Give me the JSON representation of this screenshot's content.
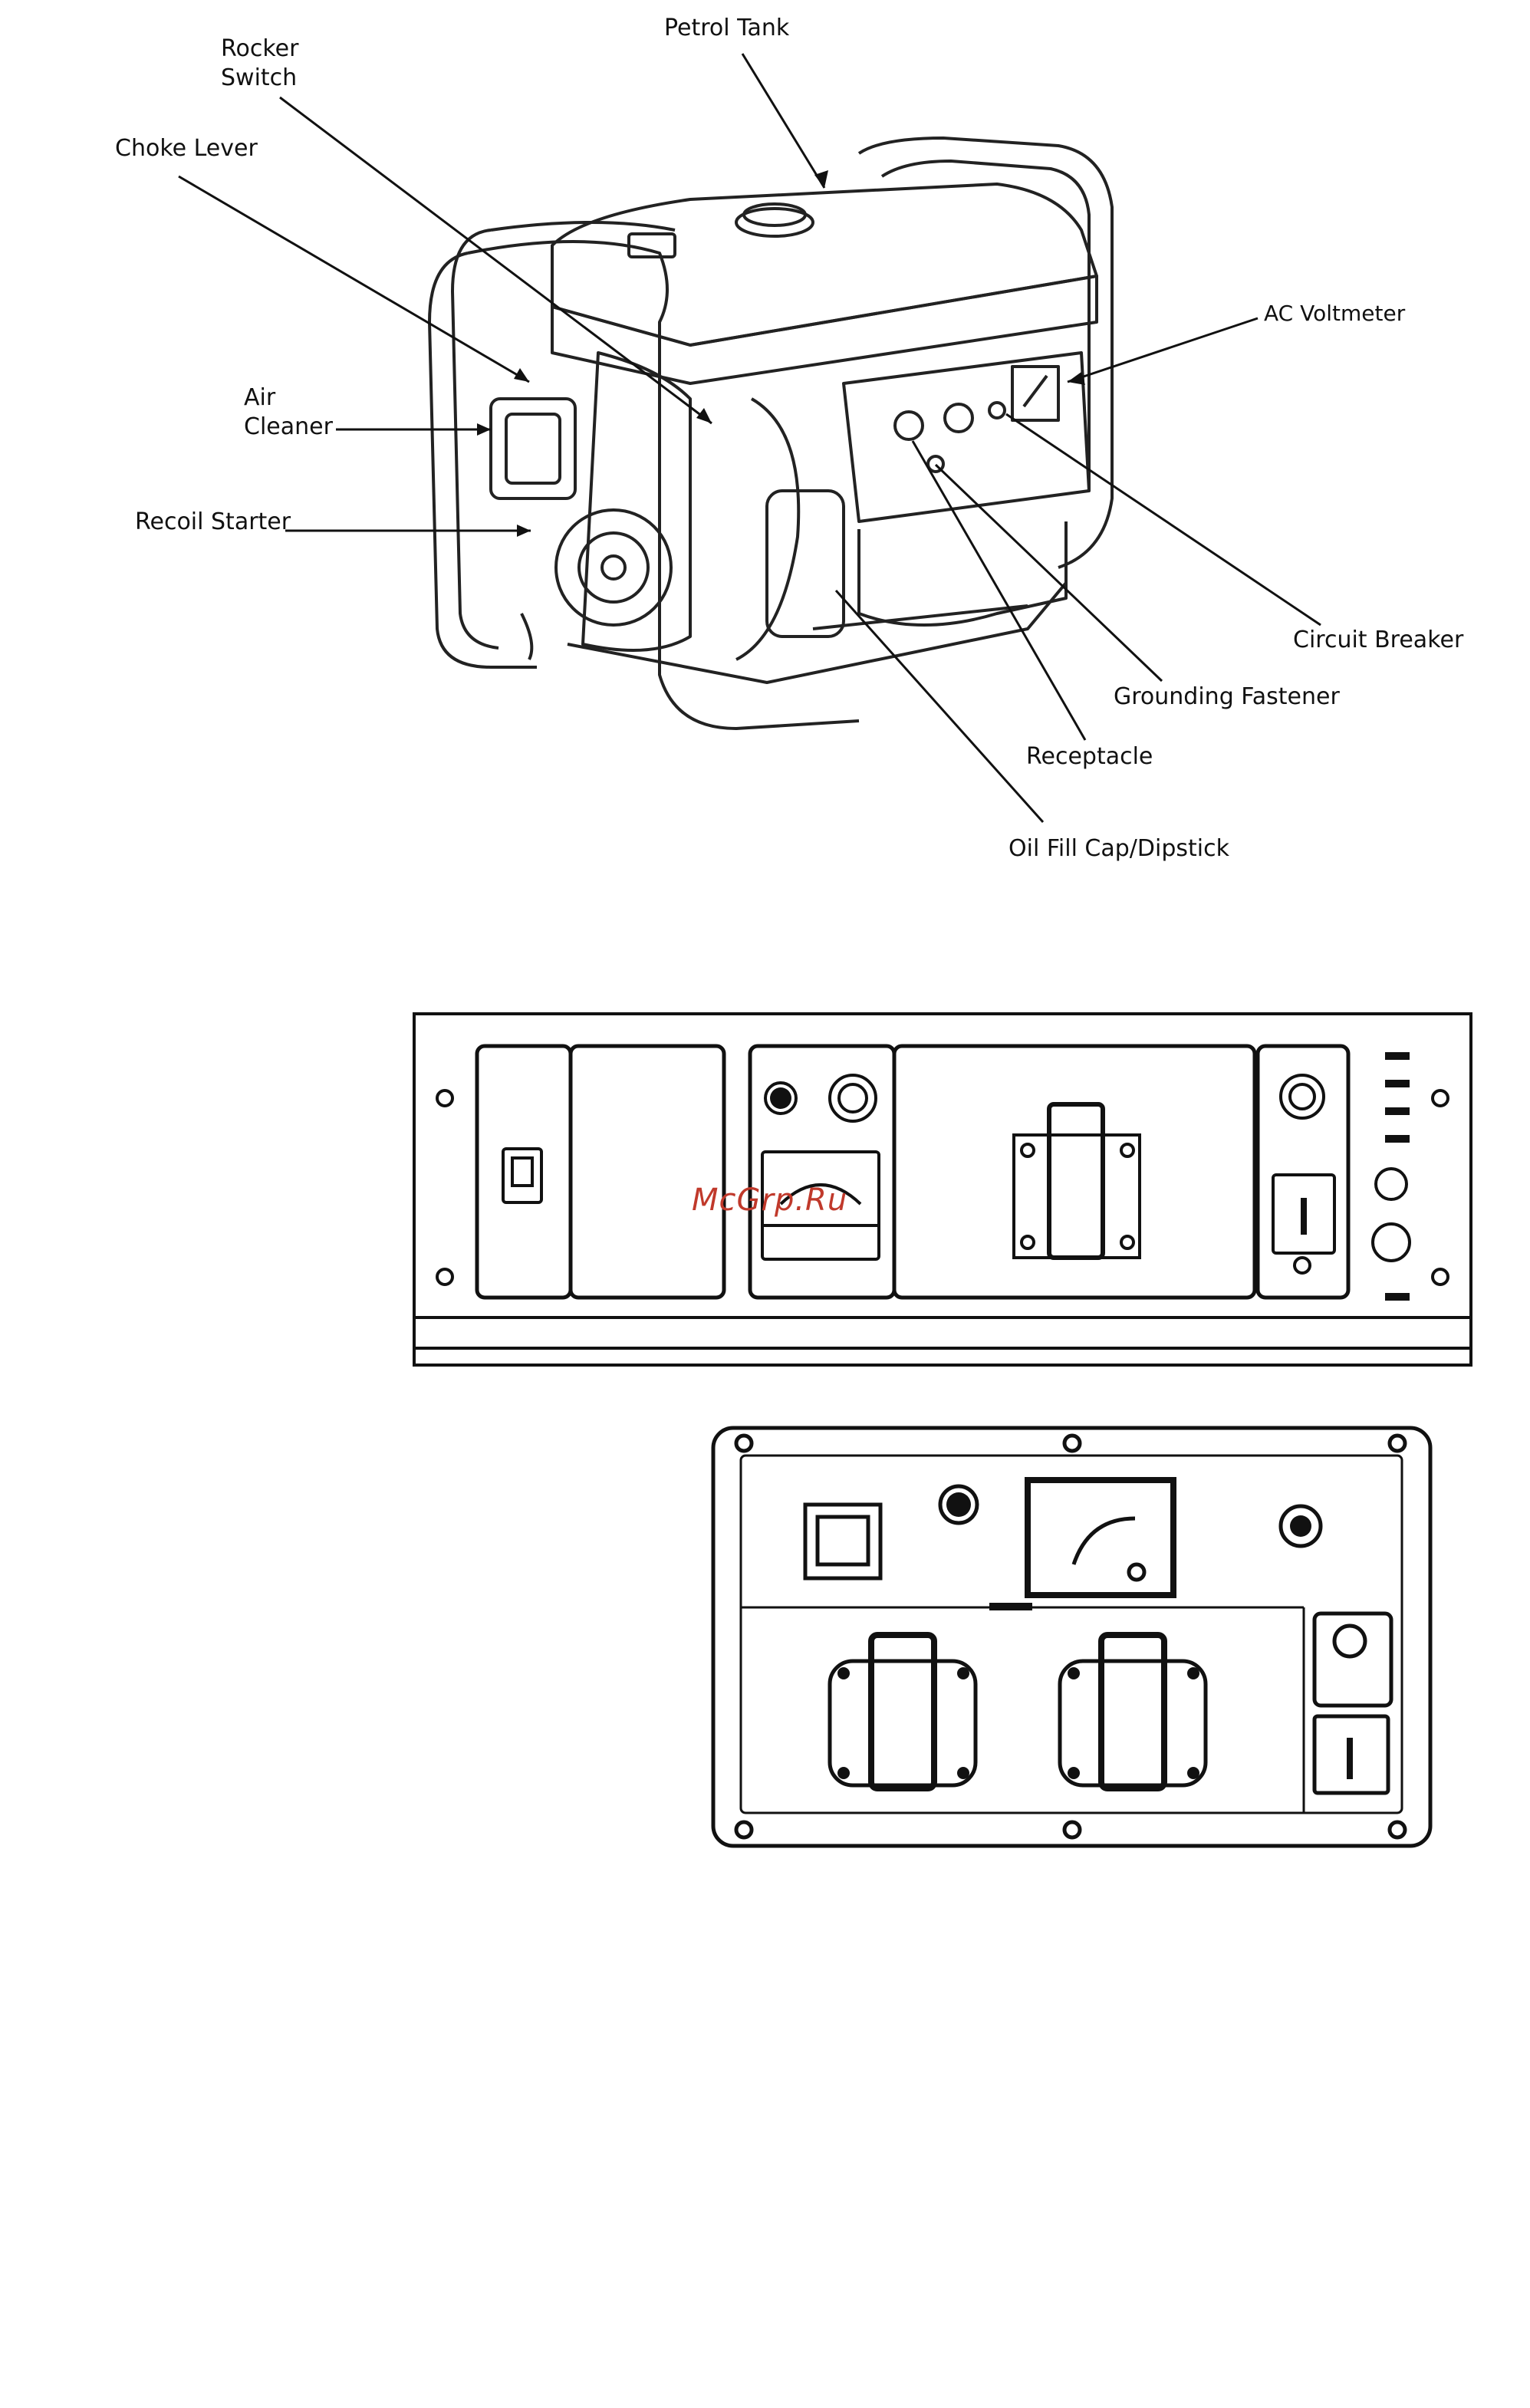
{
  "diagram": {
    "labels": {
      "petrol_tank": "Petrol Tank",
      "rocker_switch": "Rocker\nSwitch",
      "choke_lever": "Choke Lever",
      "air_cleaner": "Air\nCleaner",
      "recoil_starter": "Recoil Starter",
      "ac_voltmeter": "AC Voltmeter",
      "circuit_breaker": "Circuit Breaker",
      "grounding_fastener": "Grounding Fastener",
      "receptacle": "Receptacle",
      "oil_fill_cap": "Oil Fill Cap/Dipstick"
    }
  },
  "watermark": "McGrp.Ru",
  "colors": {
    "ink": "#111111",
    "watermark": "#c0392b",
    "background": "#ffffff"
  }
}
